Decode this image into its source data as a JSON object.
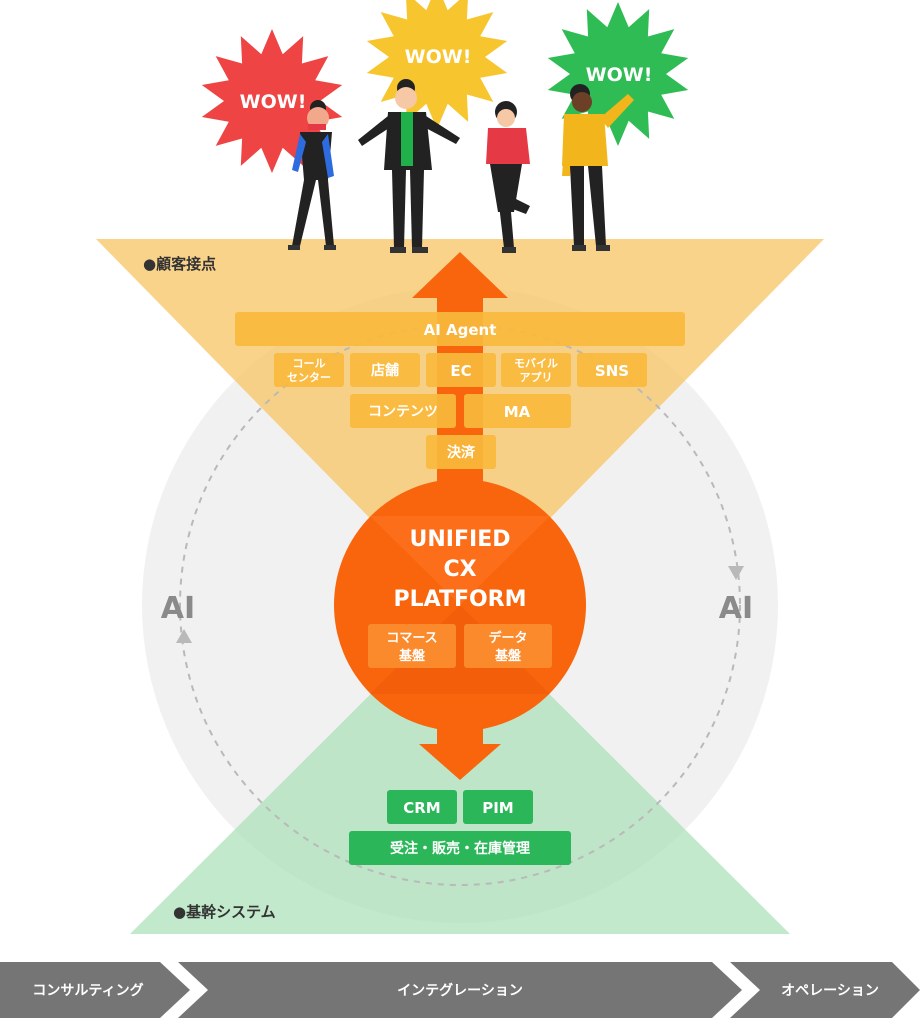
{
  "burst_label": "WOW!",
  "colors": {
    "top_funnel": "#f9c66a",
    "bottom_funnel": "#a8dfb5",
    "circle_bg": "#ececec",
    "core": "#f9650d",
    "arrow": "#f9650d",
    "top_box": "#f9b93c",
    "green_box": "#2bb65a",
    "process_bar": "#757575",
    "burst_red": "#ee4444",
    "burst_yellow": "#f7c52e",
    "burst_green": "#2fbc55"
  },
  "sections": {
    "customer_touchpoints": "●顧客接点",
    "core_systems": "●基幹システム"
  },
  "ai_left": "AI",
  "ai_right": "AI",
  "touchpoints": {
    "ai_agent": "AI Agent",
    "call_center_line1": "コール",
    "call_center_line2": "センター",
    "store": "店舗",
    "ec": "EC",
    "mobile_app_line1": "モバイル",
    "mobile_app_line2": "アプリ",
    "sns": "SNS",
    "contents": "コンテンツ",
    "ma": "MA",
    "payment": "決済"
  },
  "platform": {
    "line1": "UNIFIED",
    "line2": "CX",
    "line3": "PLATFORM",
    "commerce_line1": "コマース",
    "commerce_line2": "基盤",
    "data_line1": "データ",
    "data_line2": "基盤"
  },
  "core": {
    "crm": "CRM",
    "pim": "PIM",
    "orders": "受注・販売・在庫管理"
  },
  "process": {
    "consulting": "コンサルティング",
    "integration": "インテグレーション",
    "operation": "オペレーション"
  }
}
